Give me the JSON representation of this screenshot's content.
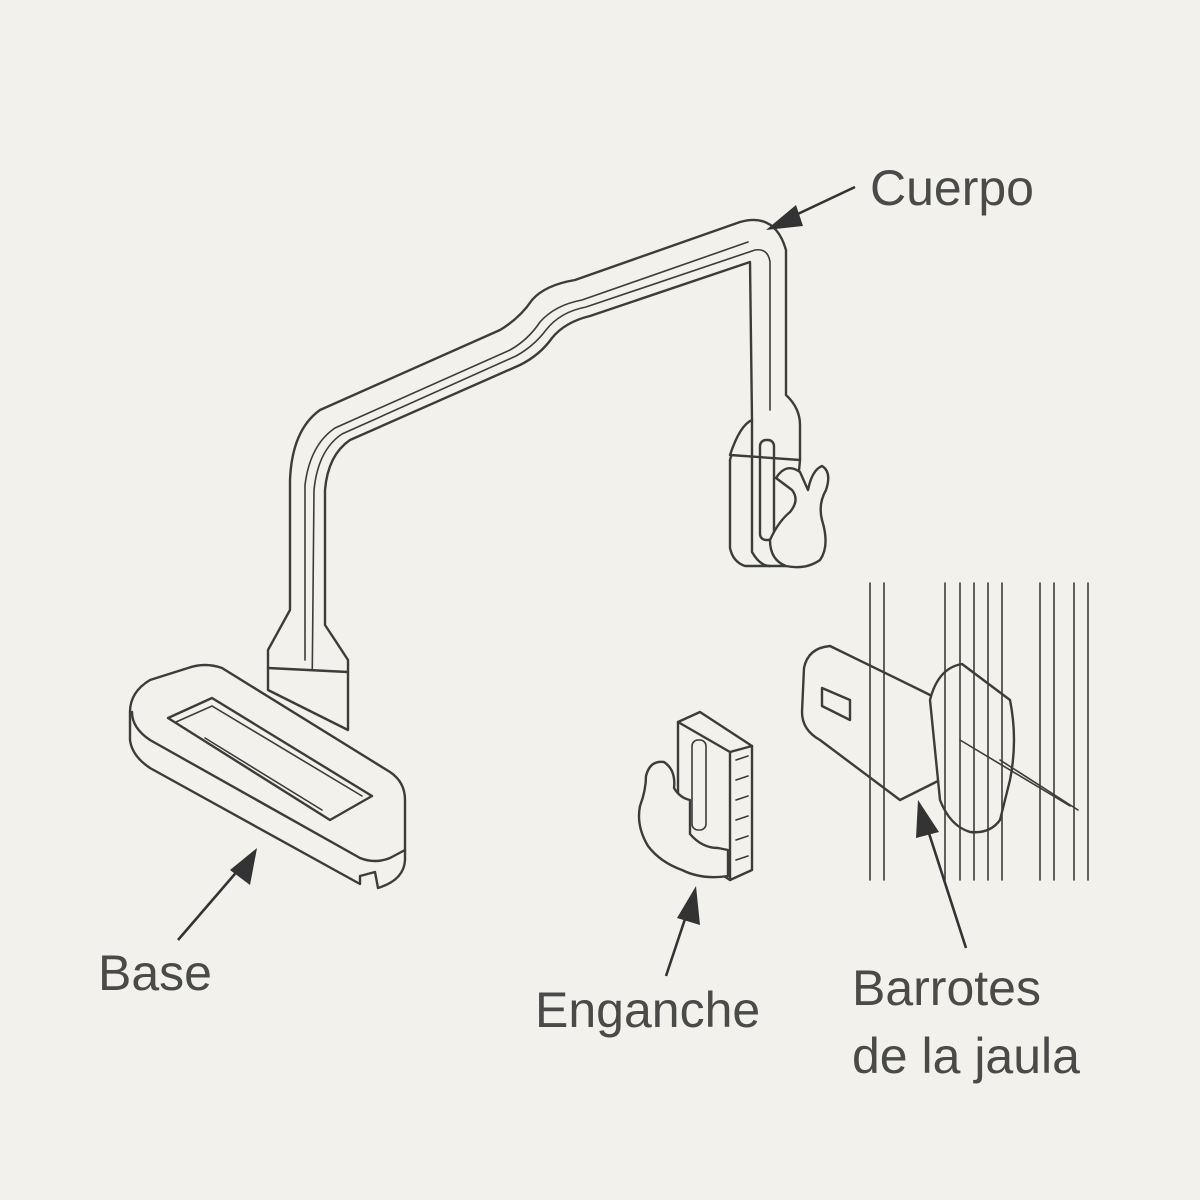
{
  "labels": {
    "body": "Cuerpo",
    "base": "Base",
    "hook": "Enganche",
    "bars_line1": "Barrotes",
    "bars_line2": "de la jaula"
  },
  "colors": {
    "background": "#f2f1ec",
    "line": "#3c3c3a",
    "text": "#4a4a48"
  }
}
